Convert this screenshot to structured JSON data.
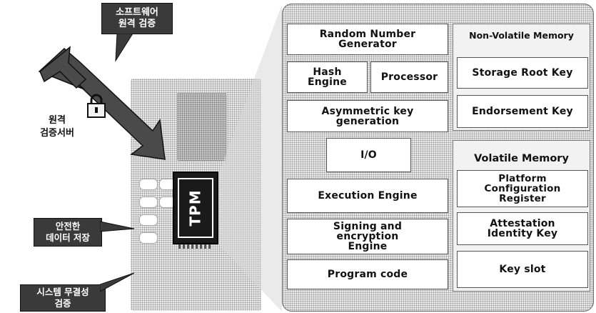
{
  "left": {
    "remote_server_label": "원격\n검증서버",
    "software_attestation_label": "소프트웨어\n원격 검증",
    "secure_storage_label": "안전한\n데이터 저장",
    "integrity_label": "시스템 무결성\n검증",
    "tpm_chip_label": "TPM"
  },
  "tpm_panel": {
    "left_column": [
      "Random Number\nGenerator",
      "Hash\nEngine",
      "Processor",
      "Asymmetric key\ngeneration",
      "I/O",
      "Execution Engine",
      "Signing and\nencryption\nEngine",
      "Program code"
    ],
    "nonvolatile": {
      "title": "Non-Volatile Memory",
      "items": [
        "Storage Root Key",
        "Endorsement Key"
      ]
    },
    "volatile": {
      "title": "Volatile Memory",
      "items": [
        "Platform\nConfiguration\nRegister",
        "Attestation\nIdentity Key",
        "Key slot"
      ]
    }
  }
}
